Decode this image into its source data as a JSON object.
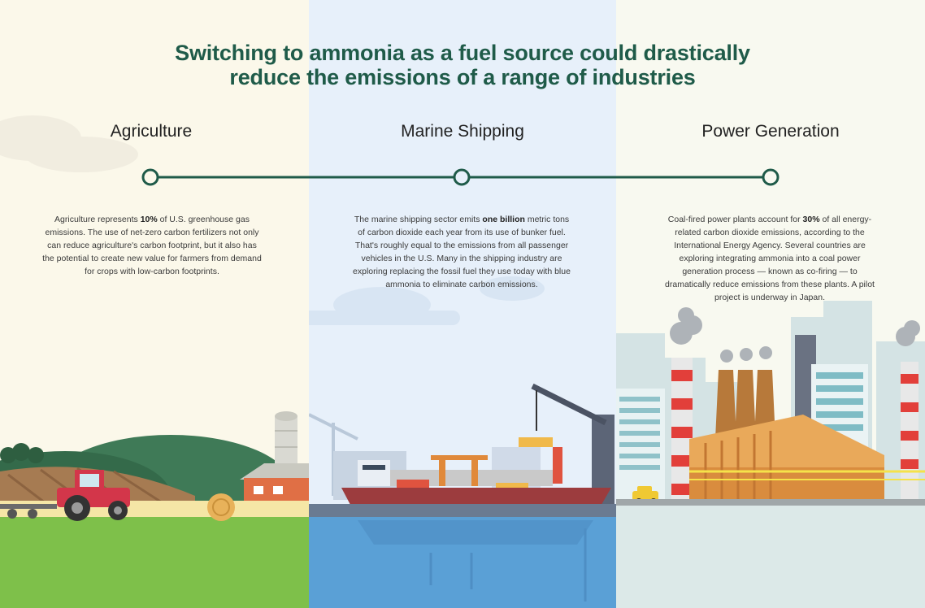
{
  "title": {
    "line1": "Switching to ammonia as a fuel source could drastically",
    "line2": "reduce the emissions of a range of industries"
  },
  "sectors": [
    {
      "name": "Agriculture",
      "text_before": "Agriculture represents ",
      "highlight": "10%",
      "text_after": " of U.S. greenhouse gas emissions. The use of net-zero carbon fertilizers not only can reduce agriculture's carbon footprint, but it also has the potential to create new value for farmers from demand for crops with low-carbon footprints."
    },
    {
      "name": "Marine Shipping",
      "text_before": "The marine shipping sector emits ",
      "highlight": "one billion",
      "text_after": " metric tons of carbon dioxide each year from its use of bunker fuel. That's roughly equal to the emissions from all passenger vehicles in the U.S. Many in the shipping industry are exploring replacing the fossil fuel they use today with blue ammonia to eliminate carbon emissions."
    },
    {
      "name": "Power Generation",
      "text_before": "Coal-fired power plants account for ",
      "highlight": "30%",
      "text_after": " of all energy-related carbon dioxide emissions, according to the International Energy Agency. Several countries are exploring integrating ammonia into a coal power generation process — known as co-firing — to dramatically reduce emissions from these plants. A pilot project is underway in Japan."
    }
  ],
  "colors": {
    "accent": "#1f5b49",
    "agri_bg": "#fbf8ea",
    "marine_bg": "#e7f0fa",
    "power_bg": "#f8f9f0",
    "grass": "#7ec04a",
    "water": "#5aa0d6"
  }
}
